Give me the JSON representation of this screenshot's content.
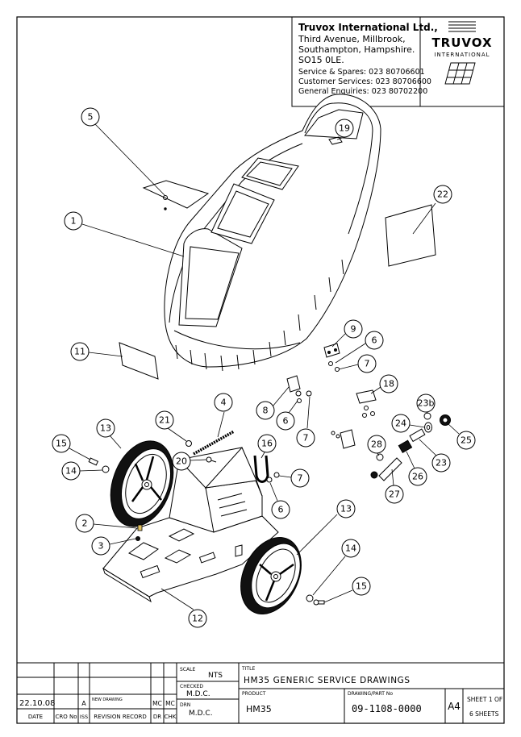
{
  "company": {
    "name": "Truvox International Ltd.,",
    "address": [
      "Third Avenue, Millbrook,",
      "Southampton, Hampshire.",
      "SO15 0LE."
    ],
    "contacts": [
      "Service & Spares: 023 80706601",
      "Customer Services: 023 80706600",
      "General Enquiries: 023 80702200"
    ],
    "logo_word": "TRUVOX",
    "logo_sub": "INTERNATIONAL"
  },
  "callouts": [
    {
      "id": "c1",
      "label": "1"
    },
    {
      "id": "c2",
      "label": "2"
    },
    {
      "id": "c3",
      "label": "3"
    },
    {
      "id": "c4",
      "label": "4"
    },
    {
      "id": "c5",
      "label": "5"
    },
    {
      "id": "c6a",
      "label": "6"
    },
    {
      "id": "c6b",
      "label": "6"
    },
    {
      "id": "c6c",
      "label": "6"
    },
    {
      "id": "c7a",
      "label": "7"
    },
    {
      "id": "c7b",
      "label": "7"
    },
    {
      "id": "c7c",
      "label": "7"
    },
    {
      "id": "c8",
      "label": "8"
    },
    {
      "id": "c9",
      "label": "9"
    },
    {
      "id": "c11",
      "label": "11"
    },
    {
      "id": "c12",
      "label": "12"
    },
    {
      "id": "c13a",
      "label": "13"
    },
    {
      "id": "c13b",
      "label": "13"
    },
    {
      "id": "c14a",
      "label": "14"
    },
    {
      "id": "c14b",
      "label": "14"
    },
    {
      "id": "c15a",
      "label": "15"
    },
    {
      "id": "c15b",
      "label": "15"
    },
    {
      "id": "c16",
      "label": "16"
    },
    {
      "id": "c18",
      "label": "18"
    },
    {
      "id": "c19",
      "label": "19"
    },
    {
      "id": "c20",
      "label": "20"
    },
    {
      "id": "c21",
      "label": "21"
    },
    {
      "id": "c22",
      "label": "22"
    },
    {
      "id": "c23",
      "label": "23"
    },
    {
      "id": "c23b",
      "label": "23b"
    },
    {
      "id": "c24",
      "label": "24"
    },
    {
      "id": "c25",
      "label": "25"
    },
    {
      "id": "c26",
      "label": "26"
    },
    {
      "id": "c27",
      "label": "27"
    },
    {
      "id": "c28",
      "label": "28"
    }
  ],
  "title_block": {
    "scale_label": "SCALE",
    "scale_value": "NTS",
    "checked_label": "CHECKED",
    "checked_value": "M.D.C.",
    "drn_label": "DRN",
    "drn_value": "M.D.C.",
    "title_label": "TITLE",
    "title_value": "HM35 GENERIC SERVICE DRAWINGS",
    "product_label": "PRODUCT",
    "product_value": "HM35",
    "drawing_label": "DRAWING/PART No",
    "drawing_value": "09-1108-0000",
    "size": "A4",
    "sheet_line1": "SHEET 1 OF",
    "sheet_line2": "6 SHEETS",
    "revision": {
      "date": "22.10.08",
      "iss": "A",
      "record": "NEW DRAWING",
      "dr": "MC",
      "chk": "MC"
    },
    "headers": {
      "date": "DATE",
      "cro": "CRO No",
      "iss": "ISS",
      "record": "REVISION RECORD",
      "dr": "DR",
      "chk": "CHK"
    }
  }
}
